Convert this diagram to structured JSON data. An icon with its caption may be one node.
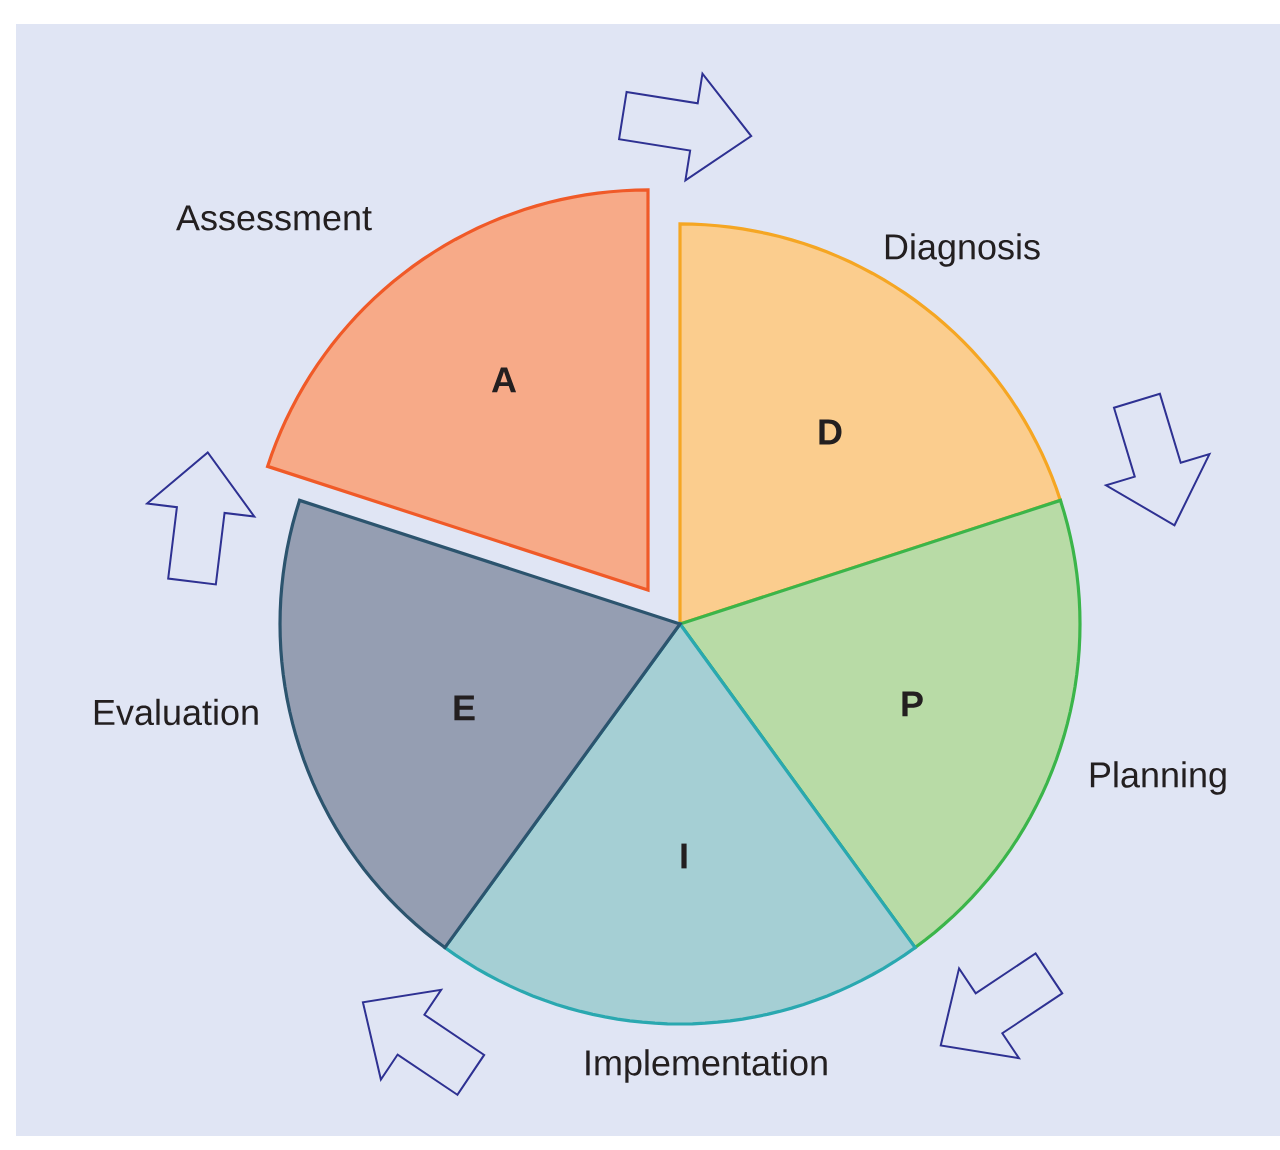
{
  "diagram": {
    "nodes": [
      {
        "text": [
          "A"
        ],
        "beside": [
          "Assessment"
        ]
      },
      {
        "text": [
          "D"
        ],
        "beside": [
          "Diagnosis"
        ]
      },
      {
        "text": [
          "P"
        ],
        "beside": [
          "Planning"
        ]
      },
      {
        "text": [
          "I"
        ],
        "beside": [
          "Implementation"
        ]
      },
      {
        "text": [
          "E"
        ],
        "beside": [
          "Evaluation"
        ]
      }
    ],
    "edges": [
      {
        "from": 0,
        "to": 1,
        "arrow": "to"
      },
      {
        "from": 1,
        "to": 2,
        "arrow": "to"
      },
      {
        "from": 2,
        "to": 3,
        "arrow": "to"
      },
      {
        "from": 3,
        "to": 4,
        "arrow": "to"
      },
      {
        "from": 4,
        "to": 0,
        "arrow": "to"
      }
    ]
  }
}
